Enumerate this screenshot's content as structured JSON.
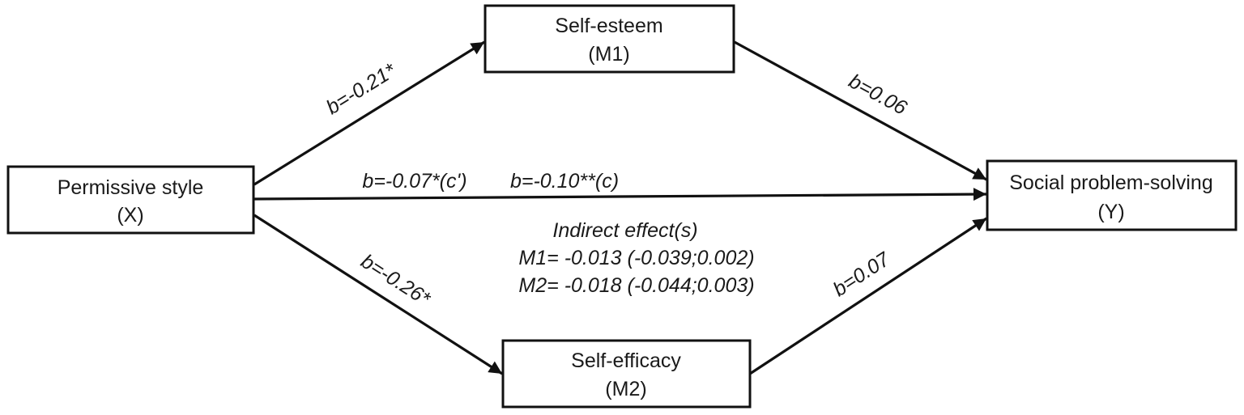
{
  "nodes": {
    "x": {
      "label": "Permissive style",
      "code": "(X)"
    },
    "m1": {
      "label": "Self-esteem",
      "code": "(M1)"
    },
    "m2": {
      "label": "Self-efficacy",
      "code": "(M2)"
    },
    "y": {
      "label": "Social problem-solving",
      "code": "(Y)"
    }
  },
  "paths": {
    "x_m1": "b=-0.21*",
    "m1_y": "b=0.06",
    "x_m2": "b=-0.26*",
    "m2_y": "b=0.07",
    "direct": "b=-0.07*(c')",
    "total": "b=-0.10**(c)"
  },
  "indirect": {
    "title": "Indirect effect(s)",
    "m1": "M1= -0.013 (-0.039;0.002)",
    "m2": "M2= -0.018 (-0.044;0.003)"
  }
}
